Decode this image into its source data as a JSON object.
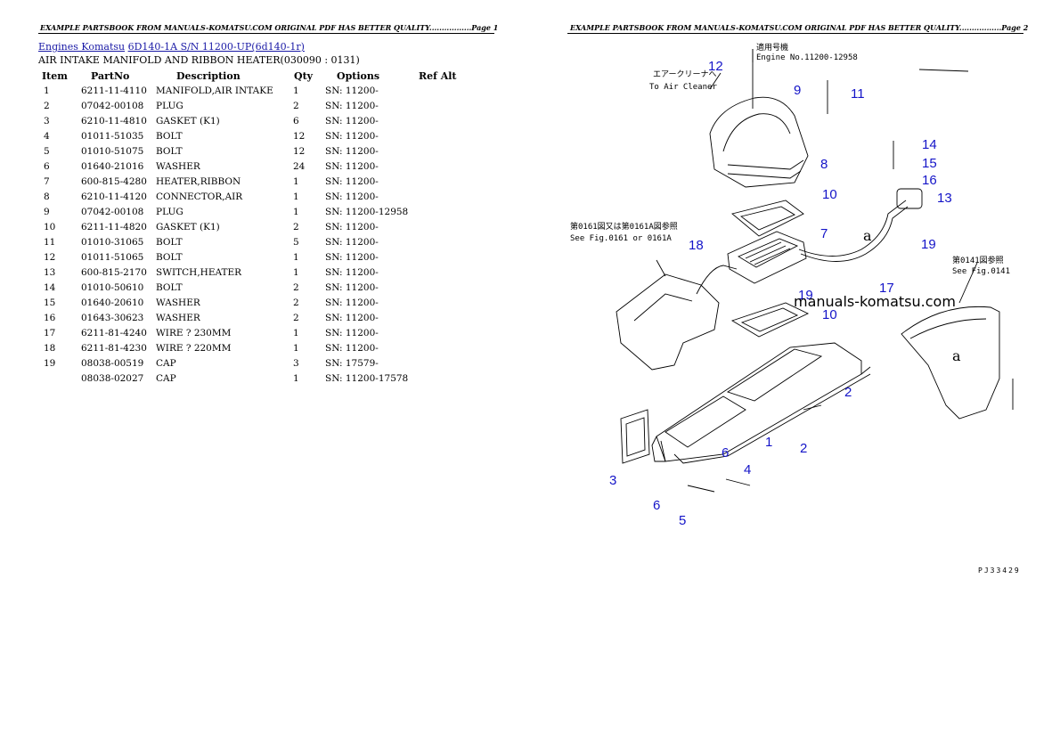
{
  "page1": {
    "header": "EXAMPLE PARTSBOOK FROM MANUALS-KOMATSU.COM ORIGINAL PDF HAS BETTER QUALITY.................Page 1"
  },
  "page2": {
    "header": "EXAMPLE PARTSBOOK FROM MANUALS-KOMATSU.COM ORIGINAL PDF HAS BETTER QUALITY.................Page 2"
  },
  "breadcrumb": {
    "link1": "Engines Komatsu",
    "link2": "6D140-1A S/N 11200-UP(6d140-1r)"
  },
  "subtitle": "AIR INTAKE MANIFOLD AND RIBBON HEATER(030090 : 0131)",
  "table": {
    "headers": [
      "Item",
      "PartNo",
      "Description",
      "Qty",
      "Options",
      "Ref Alt"
    ],
    "rows": [
      [
        "1",
        "6211-11-4110",
        "MANIFOLD,AIR INTAKE",
        "1",
        "SN: 11200-",
        ""
      ],
      [
        "2",
        "07042-00108",
        "PLUG",
        "2",
        "SN: 11200-",
        ""
      ],
      [
        "3",
        "6210-11-4810",
        "GASKET (K1)",
        "6",
        "SN: 11200-",
        ""
      ],
      [
        "4",
        "01011-51035",
        "BOLT",
        "12",
        "SN: 11200-",
        ""
      ],
      [
        "5",
        "01010-51075",
        "BOLT",
        "12",
        "SN: 11200-",
        ""
      ],
      [
        "6",
        "01640-21016",
        "WASHER",
        "24",
        "SN: 11200-",
        ""
      ],
      [
        "7",
        "600-815-4280",
        "HEATER,RIBBON",
        "1",
        "SN: 11200-",
        ""
      ],
      [
        "8",
        "6210-11-4120",
        "CONNECTOR,AIR",
        "1",
        "SN: 11200-",
        ""
      ],
      [
        "9",
        "07042-00108",
        "PLUG",
        "1",
        "SN: 11200-12958",
        ""
      ],
      [
        "10",
        "6211-11-4820",
        "GASKET (K1)",
        "2",
        "SN: 11200-",
        ""
      ],
      [
        "11",
        "01010-31065",
        "BOLT",
        "5",
        "SN: 11200-",
        ""
      ],
      [
        "12",
        "01011-51065",
        "BOLT",
        "1",
        "SN: 11200-",
        ""
      ],
      [
        "13",
        "600-815-2170",
        "SWITCH,HEATER",
        "1",
        "SN: 11200-",
        ""
      ],
      [
        "14",
        "01010-50610",
        "BOLT",
        "2",
        "SN: 11200-",
        ""
      ],
      [
        "15",
        "01640-20610",
        "WASHER",
        "2",
        "SN: 11200-",
        ""
      ],
      [
        "16",
        "01643-30623",
        "WASHER",
        "2",
        "SN: 11200-",
        ""
      ],
      [
        "17",
        "6211-81-4240",
        "WIRE ? 230MM",
        "1",
        "SN: 11200-",
        ""
      ],
      [
        "18",
        "6211-81-4230",
        "WIRE ? 220MM",
        "1",
        "SN: 11200-",
        ""
      ],
      [
        "19",
        "08038-00519",
        "CAP",
        "3",
        "SN: 17579-",
        ""
      ],
      [
        "",
        "08038-02027",
        "CAP",
        "1",
        "SN: 11200-17578",
        ""
      ]
    ]
  },
  "diagram": {
    "callouts": [
      "12",
      "9",
      "11",
      "8",
      "14",
      "15",
      "16",
      "13",
      "10",
      "7",
      "19",
      "18",
      "17",
      "19",
      "10",
      "2",
      "1",
      "2",
      "3",
      "6",
      "4",
      "6",
      "5"
    ],
    "notes": {
      "applicable_jp": "適用号機",
      "engine_no": "Engine No.11200-12958",
      "air_cleaner_jp": "エアークリーナへ",
      "air_cleaner": "To Air Cleaner",
      "see_fig_jp_left": "第0161図又は第0161A図参照",
      "see_fig_left": "See Fig.0161 or 0161A",
      "see_fig_jp_right": "第0141図参照",
      "see_fig_right": "See Fig.0141",
      "mark_a1": "a",
      "mark_a2": "a",
      "watermark": "manuals-komatsu.com",
      "code": "PJ33429"
    }
  }
}
